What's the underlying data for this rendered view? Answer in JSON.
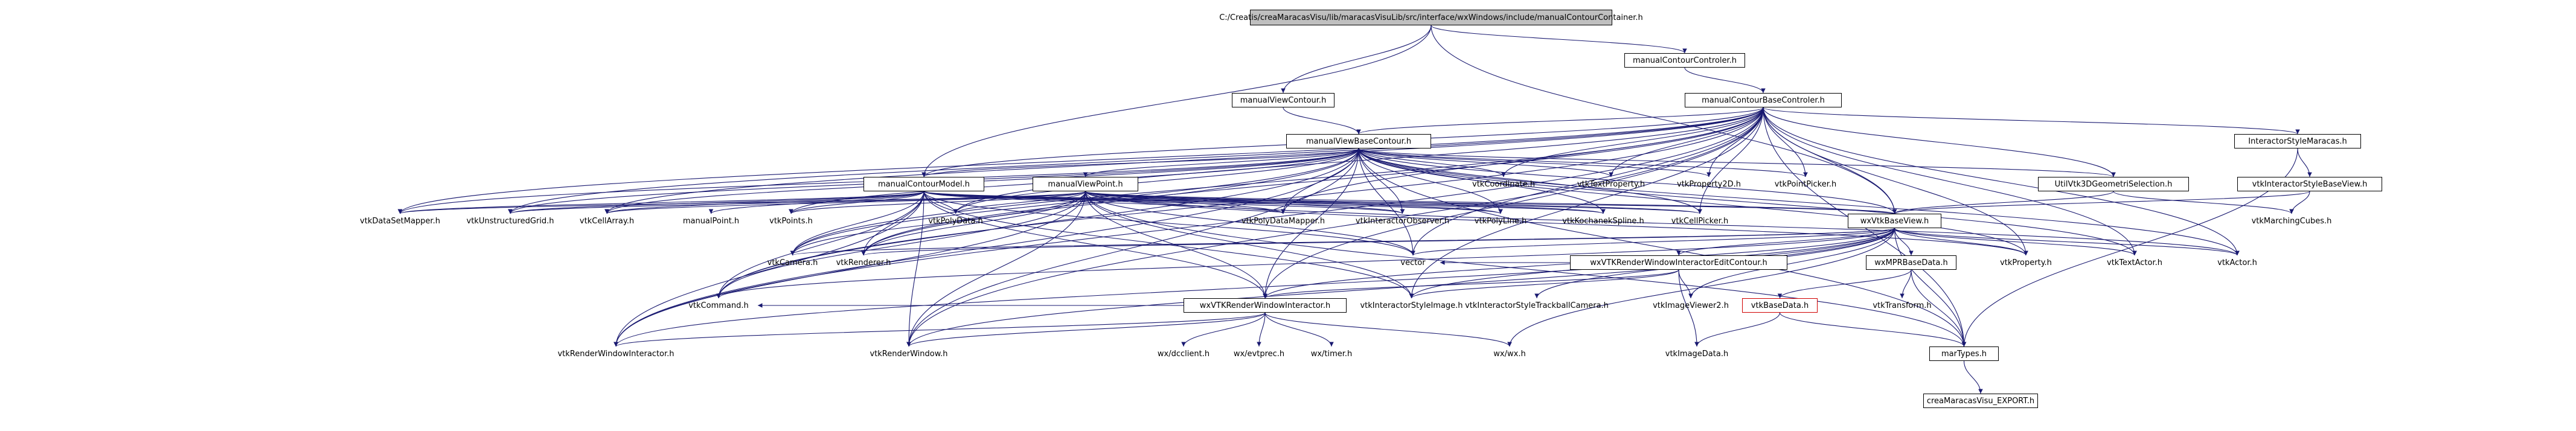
{
  "graph": {
    "edge_color": "#191970",
    "root_fill": "#bfbfbf",
    "nodes": [
      {
        "id": "root",
        "label": "C:/Creatis/creaMaracasVisu/lib/maracasVisuLib/src/interface/wxWindows/include/manualContourContainer.h",
        "style": "root"
      },
      {
        "id": "controler",
        "label": "manualContourControler.h",
        "style": "box"
      },
      {
        "id": "viewcontour",
        "label": "manualViewContour.h",
        "style": "box"
      },
      {
        "id": "basecontroler",
        "label": "manualContourBaseControler.h",
        "style": "box"
      },
      {
        "id": "viewbasecontour",
        "label": "manualViewBaseContour.h",
        "style": "box"
      },
      {
        "id": "interactorstyle",
        "label": "InteractorStyleMaracas.h",
        "style": "box"
      },
      {
        "id": "contourmodel",
        "label": "manualContourModel.h",
        "style": "box"
      },
      {
        "id": "viewpoint",
        "label": "manualViewPoint.h",
        "style": "box"
      },
      {
        "id": "vtkcoordinate",
        "label": "vtkCoordinate.h",
        "style": "nobox"
      },
      {
        "id": "vtktextproperty",
        "label": "vtkTextProperty.h",
        "style": "nobox"
      },
      {
        "id": "vtkproperty2d",
        "label": "vtkProperty2D.h",
        "style": "nobox"
      },
      {
        "id": "vtkpointpicker",
        "label": "vtkPointPicker.h",
        "style": "nobox"
      },
      {
        "id": "utilvtk3d",
        "label": "UtilVtk3DGeometriSelection.h",
        "style": "box"
      },
      {
        "id": "vtkinteractorstylebaseview",
        "label": "vtkInteractorStyleBaseView.h",
        "style": "box"
      },
      {
        "id": "vtkmarchingcubes",
        "label": "vtkMarchingCubes.h",
        "style": "nobox"
      },
      {
        "id": "vtkdatasetmapper",
        "label": "vtkDataSetMapper.h",
        "style": "nobox"
      },
      {
        "id": "vtkunstructuredgrid",
        "label": "vtkUnstructuredGrid.h",
        "style": "nobox"
      },
      {
        "id": "vtkcellarray",
        "label": "vtkCellArray.h",
        "style": "nobox"
      },
      {
        "id": "manualpoint",
        "label": "manualPoint.h",
        "style": "nobox"
      },
      {
        "id": "vtkpoints",
        "label": "vtkPoints.h",
        "style": "nobox"
      },
      {
        "id": "vtkpolydata",
        "label": "vtkPolyData.h",
        "style": "nobox"
      },
      {
        "id": "vtkpolydatamapper",
        "label": "vtkPolyDataMapper.h",
        "style": "nobox"
      },
      {
        "id": "vtkinteractorobserver",
        "label": "vtkInteractorObserver.h",
        "style": "nobox"
      },
      {
        "id": "vtkpolyline",
        "label": "vtkPolyLine.h",
        "style": "nobox"
      },
      {
        "id": "vtkkochanekspline",
        "label": "vtkKochanekSpline.h",
        "style": "nobox"
      },
      {
        "id": "vtkcellpicker",
        "label": "vtkCellPicker.h",
        "style": "nobox"
      },
      {
        "id": "wxvtkbaseview",
        "label": "wxVtkBaseView.h",
        "style": "box"
      },
      {
        "id": "vtkcamera",
        "label": "vtkCamera.h",
        "style": "nobox"
      },
      {
        "id": "vtkrenderer",
        "label": "vtkRenderer.h",
        "style": "nobox"
      },
      {
        "id": "vector",
        "label": "vector",
        "style": "nobox"
      },
      {
        "id": "wxvtkrwi_editcontour",
        "label": "wxVTKRenderWindowInteractorEditContour.h",
        "style": "box"
      },
      {
        "id": "wxmprbasedata",
        "label": "wxMPRBaseData.h",
        "style": "box"
      },
      {
        "id": "vtkproperty",
        "label": "vtkProperty.h",
        "style": "nobox"
      },
      {
        "id": "vtktextactor",
        "label": "vtkTextActor.h",
        "style": "nobox"
      },
      {
        "id": "vtkactor",
        "label": "vtkActor.h",
        "style": "nobox"
      },
      {
        "id": "vtkcommand",
        "label": "vtkCommand.h",
        "style": "nobox"
      },
      {
        "id": "wxvtkrwi",
        "label": "wxVTKRenderWindowInteractor.h",
        "style": "box"
      },
      {
        "id": "vtkinteractorstyleimage",
        "label": "vtkInteractorStyleImage.h",
        "style": "nobox"
      },
      {
        "id": "vtkinteractorstyletrackballcamera",
        "label": "vtkInteractorStyleTrackballCamera.h",
        "style": "nobox"
      },
      {
        "id": "vtkimageviewer2",
        "label": "vtkImageViewer2.h",
        "style": "nobox"
      },
      {
        "id": "vtkbasedata",
        "label": "vtkBaseData.h",
        "style": "red"
      },
      {
        "id": "vtktransform",
        "label": "vtkTransform.h",
        "style": "nobox"
      },
      {
        "id": "vtkrenderwindowinteractor",
        "label": "vtkRenderWindowInteractor.h",
        "style": "nobox"
      },
      {
        "id": "vtkrenderwindow",
        "label": "vtkRenderWindow.h",
        "style": "nobox"
      },
      {
        "id": "wxdcclient",
        "label": "wx/dcclient.h",
        "style": "nobox"
      },
      {
        "id": "wxevtprec",
        "label": "wx/evtprec.h",
        "style": "nobox"
      },
      {
        "id": "wxtimer",
        "label": "wx/timer.h",
        "style": "nobox"
      },
      {
        "id": "wxwx",
        "label": "wx/wx.h",
        "style": "nobox"
      },
      {
        "id": "vtkimagedata",
        "label": "vtkImageData.h",
        "style": "nobox"
      },
      {
        "id": "martypes",
        "label": "marTypes.h",
        "style": "box"
      },
      {
        "id": "creamaracasexport",
        "label": "creaMaracasVisu_EXPORT.h",
        "style": "box"
      }
    ],
    "edges": [
      [
        "root",
        "controler"
      ],
      [
        "root",
        "viewcontour"
      ],
      [
        "root",
        "contourmodel"
      ],
      [
        "root",
        "wxvtkbaseview"
      ],
      [
        "controler",
        "basecontroler"
      ],
      [
        "viewcontour",
        "viewbasecontour"
      ],
      [
        "basecontroler",
        "viewbasecontour"
      ],
      [
        "basecontroler",
        "interactorstyle"
      ],
      [
        "basecontroler",
        "contourmodel"
      ],
      [
        "basecontroler",
        "vtkcoordinate"
      ],
      [
        "basecontroler",
        "vtktextproperty"
      ],
      [
        "basecontroler",
        "vtkproperty2d"
      ],
      [
        "basecontroler",
        "vtkpointpicker"
      ],
      [
        "basecontroler",
        "utilvtk3d"
      ],
      [
        "basecontroler",
        "wxvtkbaseview"
      ],
      [
        "basecontroler",
        "vtkdatasetmapper"
      ],
      [
        "basecontroler",
        "vtkunstructuredgrid"
      ],
      [
        "basecontroler",
        "vtkcellarray"
      ],
      [
        "basecontroler",
        "vtkpolydata"
      ],
      [
        "basecontroler",
        "vtkpolydatamapper"
      ],
      [
        "basecontroler",
        "vtkcamera"
      ],
      [
        "basecontroler",
        "vtkrenderer"
      ],
      [
        "basecontroler",
        "vector"
      ],
      [
        "basecontroler",
        "vtkcommand"
      ],
      [
        "basecontroler",
        "wxvtkrwi"
      ],
      [
        "basecontroler",
        "vtkrenderwindowinteractor"
      ],
      [
        "basecontroler",
        "vtkrenderwindow"
      ],
      [
        "basecontroler",
        "vtkproperty"
      ],
      [
        "basecontroler",
        "vtktextactor"
      ],
      [
        "basecontroler",
        "vtkactor"
      ],
      [
        "basecontroler",
        "martypes"
      ],
      [
        "basecontroler",
        "vtkinteractorstyleimage"
      ],
      [
        "basecontroler",
        "vtkcellpicker"
      ],
      [
        "viewbasecontour",
        "contourmodel"
      ],
      [
        "viewbasecontour",
        "viewpoint"
      ],
      [
        "viewbasecontour",
        "vtkcoordinate"
      ],
      [
        "viewbasecontour",
        "vtktextproperty"
      ],
      [
        "viewbasecontour",
        "vtkproperty2d"
      ],
      [
        "viewbasecontour",
        "vtkpointpicker"
      ],
      [
        "viewbasecontour",
        "utilvtk3d"
      ],
      [
        "viewbasecontour",
        "wxvtkbaseview"
      ],
      [
        "viewbasecontour",
        "vtkdatasetmapper"
      ],
      [
        "viewbasecontour",
        "vtkunstructuredgrid"
      ],
      [
        "viewbasecontour",
        "vtkcellarray"
      ],
      [
        "viewbasecontour",
        "vtkpoints"
      ],
      [
        "viewbasecontour",
        "vtkpolydata"
      ],
      [
        "viewbasecontour",
        "vtkpolydatamapper"
      ],
      [
        "viewbasecontour",
        "vtkinteractorobserver"
      ],
      [
        "viewbasecontour",
        "vtkpolyline"
      ],
      [
        "viewbasecontour",
        "vtkkochanekspline"
      ],
      [
        "viewbasecontour",
        "vtkcellpicker"
      ],
      [
        "viewbasecontour",
        "vtkcamera"
      ],
      [
        "viewbasecontour",
        "vtkrenderer"
      ],
      [
        "viewbasecontour",
        "vector"
      ],
      [
        "viewbasecontour",
        "vtkcommand"
      ],
      [
        "viewbasecontour",
        "wxvtkrwi"
      ],
      [
        "viewbasecontour",
        "vtkproperty"
      ],
      [
        "viewbasecontour",
        "vtktextactor"
      ],
      [
        "viewbasecontour",
        "vtkactor"
      ],
      [
        "viewbasecontour",
        "martypes"
      ],
      [
        "viewbasecontour",
        "vtkrenderwindowinteractor"
      ],
      [
        "viewbasecontour",
        "vtkrenderwindow"
      ],
      [
        "interactorstyle",
        "vtkinteractorstylebaseview"
      ],
      [
        "interactorstyle",
        "martypes"
      ],
      [
        "vtkinteractorstylebaseview",
        "wxvtkbaseview"
      ],
      [
        "vtkinteractorstylebaseview",
        "vtkmarchingcubes"
      ],
      [
        "utilvtk3d",
        "vtkmarchingcubes"
      ],
      [
        "utilvtk3d",
        "wxvtkbaseview"
      ],
      [
        "contourmodel",
        "vtkdatasetmapper"
      ],
      [
        "contourmodel",
        "vtkunstructuredgrid"
      ],
      [
        "contourmodel",
        "vtkcellarray"
      ],
      [
        "contourmodel",
        "manualpoint"
      ],
      [
        "contourmodel",
        "vtkpoints"
      ],
      [
        "contourmodel",
        "vtkpolydata"
      ],
      [
        "contourmodel",
        "vtkpolydatamapper"
      ],
      [
        "contourmodel",
        "vtkinteractorobserver"
      ],
      [
        "contourmodel",
        "vtkpolyline"
      ],
      [
        "contourmodel",
        "vtkkochanekspline"
      ],
      [
        "contourmodel",
        "vtkcellpicker"
      ],
      [
        "contourmodel",
        "vtkcamera"
      ],
      [
        "contourmodel",
        "vtkrenderer"
      ],
      [
        "contourmodel",
        "vector"
      ],
      [
        "contourmodel",
        "vtkcommand"
      ],
      [
        "contourmodel",
        "wxvtkrwi"
      ],
      [
        "contourmodel",
        "vtkrenderwindowinteractor"
      ],
      [
        "contourmodel",
        "vtkrenderwindow"
      ],
      [
        "contourmodel",
        "vtkinteractorstyleimage"
      ],
      [
        "contourmodel",
        "wxvtkbaseview"
      ],
      [
        "viewpoint",
        "vtkdatasetmapper"
      ],
      [
        "viewpoint",
        "vtkunstructuredgrid"
      ],
      [
        "viewpoint",
        "vtkcellarray"
      ],
      [
        "viewpoint",
        "vtkpoints"
      ],
      [
        "viewpoint",
        "vtkpolydata"
      ],
      [
        "viewpoint",
        "vtkpolydatamapper"
      ],
      [
        "viewpoint",
        "vtkinteractorobserver"
      ],
      [
        "viewpoint",
        "vtkpolyline"
      ],
      [
        "viewpoint",
        "vtkkochanekspline"
      ],
      [
        "viewpoint",
        "vtkcellpicker"
      ],
      [
        "viewpoint",
        "wxvtkbaseview"
      ],
      [
        "viewpoint",
        "vtkcamera"
      ],
      [
        "viewpoint",
        "vtkrenderer"
      ],
      [
        "viewpoint",
        "vector"
      ],
      [
        "viewpoint",
        "vtkcommand"
      ],
      [
        "viewpoint",
        "wxvtkrwi"
      ],
      [
        "viewpoint",
        "vtkproperty"
      ],
      [
        "viewpoint",
        "vtkactor"
      ],
      [
        "viewpoint",
        "vtkrenderwindowinteractor"
      ],
      [
        "viewpoint",
        "vtkrenderwindow"
      ],
      [
        "viewpoint",
        "vtkinteractorstyleimage"
      ],
      [
        "viewpoint",
        "martypes"
      ],
      [
        "wxvtkbaseview",
        "vtkcamera"
      ],
      [
        "wxvtkbaseview",
        "vtkrenderer"
      ],
      [
        "wxvtkbaseview",
        "vector"
      ],
      [
        "wxvtkbaseview",
        "wxvtkrwi_editcontour"
      ],
      [
        "wxvtkbaseview",
        "wxmprbasedata"
      ],
      [
        "wxvtkbaseview",
        "vtkproperty"
      ],
      [
        "wxvtkbaseview",
        "vtktextactor"
      ],
      [
        "wxvtkbaseview",
        "vtkactor"
      ],
      [
        "wxvtkbaseview",
        "vtkcommand"
      ],
      [
        "wxvtkbaseview",
        "wxvtkrwi"
      ],
      [
        "wxvtkbaseview",
        "vtkinteractorstyleimage"
      ],
      [
        "wxvtkbaseview",
        "vtkinteractorstyletrackballcamera"
      ],
      [
        "wxvtkbaseview",
        "vtkimageviewer2"
      ],
      [
        "wxvtkbaseview",
        "wxwx"
      ],
      [
        "wxvtkbaseview",
        "martypes"
      ],
      [
        "wxvtkbaseview",
        "vtkrenderwindowinteractor"
      ],
      [
        "wxvtkbaseview",
        "vtkrenderwindow"
      ],
      [
        "wxvtkrwi_editcontour",
        "wxvtkrwi"
      ],
      [
        "wxvtkrwi_editcontour",
        "vtkinteractorstyleimage"
      ],
      [
        "wxvtkrwi_editcontour",
        "vtkimageviewer2"
      ],
      [
        "wxvtkrwi_editcontour",
        "vtkimagedata"
      ],
      [
        "wxvtkrwi_editcontour",
        "vector"
      ],
      [
        "wxmprbasedata",
        "vtkbasedata"
      ],
      [
        "wxmprbasedata",
        "vtktransform"
      ],
      [
        "wxmprbasedata",
        "martypes"
      ],
      [
        "vtkbasedata",
        "vtkimagedata"
      ],
      [
        "vtkbasedata",
        "martypes"
      ],
      [
        "wxvtkrwi",
        "vtkrenderwindowinteractor"
      ],
      [
        "wxvtkrwi",
        "vtkrenderwindow"
      ],
      [
        "wxvtkrwi",
        "wxdcclient"
      ],
      [
        "wxvtkrwi",
        "wxevtprec"
      ],
      [
        "wxvtkrwi",
        "wxtimer"
      ],
      [
        "wxvtkrwi",
        "wxwx"
      ],
      [
        "wxvtkrwi",
        "vtkcommand"
      ],
      [
        "martypes",
        "creamaracasexport"
      ]
    ]
  }
}
